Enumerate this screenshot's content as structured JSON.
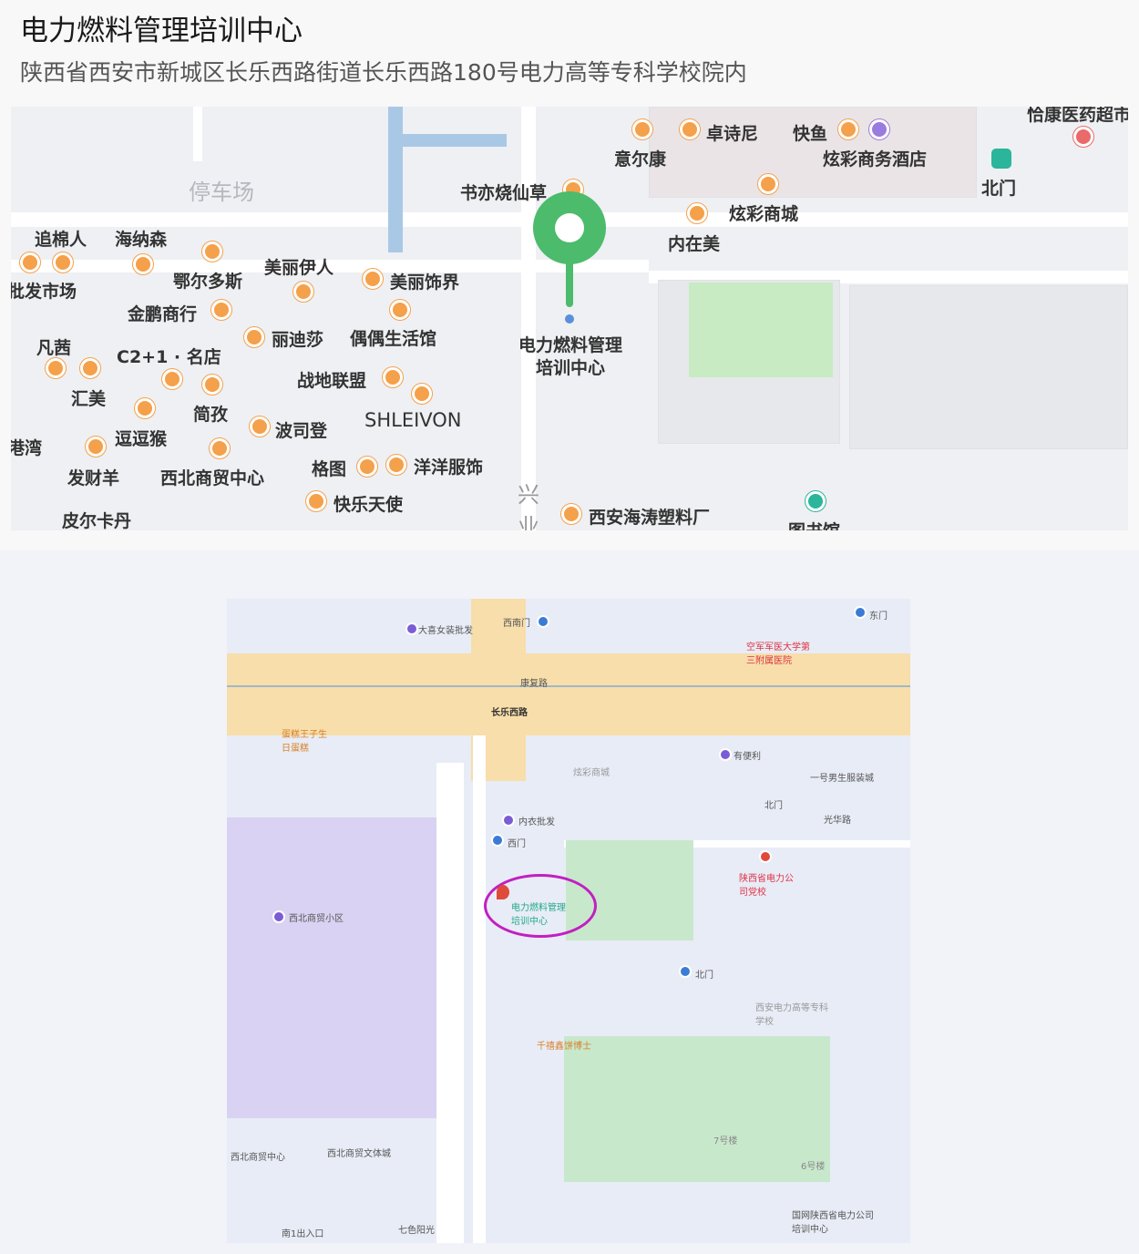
{
  "header": {
    "title": "电力燃料管理培训中心",
    "address": "陕西省西安市新城区长乐西路街道长乐西路180号电力高等专科学校院内"
  },
  "map_top": {
    "pin_color": "#4cbb6b",
    "poi_color": "#f5a04a",
    "target_label": "电力燃料管理培训中心",
    "labels": [
      "停车场",
      "追棉人",
      "海纳森",
      "批发市场",
      "鄂尔多斯",
      "美丽伊人",
      "美丽饰界",
      "金鹏商行",
      "丽迪莎",
      "偶偶生活馆",
      "凡茜",
      "C2+1 · 名店",
      "战地联盟",
      "汇美",
      "简孜",
      "波司登",
      "SHLEIVON",
      "港湾",
      "逗逗猴",
      "发财羊",
      "西北商贸中心",
      "格图",
      "洋洋服饰",
      "快乐天使",
      "皮尔卡丹",
      "书亦烧仙草",
      "意尔康",
      "卓诗尼",
      "快鱼",
      "炫彩商务酒店",
      "炫彩商城",
      "内在美",
      "北门",
      "恰康医药超市",
      "西安海涛塑料厂",
      "图书馆",
      "兴业"
    ]
  },
  "map_bottom": {
    "highlight_color": "#c21fc2",
    "labels": [
      "长乐西路",
      "康复路",
      "大喜女装批发",
      "西南门",
      "东门",
      "空军军医大学第三附属医院",
      "蛋糕王子生日蛋糕",
      "炫彩商城",
      "有便利",
      "一号男生服装城",
      "北门",
      "光华路",
      "内衣批发",
      "西门",
      "电力燃料管理培训中心",
      "陕西省电力公司党校",
      "北门",
      "西北商贸小区",
      "西安电力高等专科学校",
      "千禧鑫饼博士",
      "7号楼",
      "6号楼",
      "国网陕西省电力公司培训中心",
      "西北商贸中心",
      "西北商贸文体城",
      "南1出入口",
      "七色阳光"
    ]
  }
}
